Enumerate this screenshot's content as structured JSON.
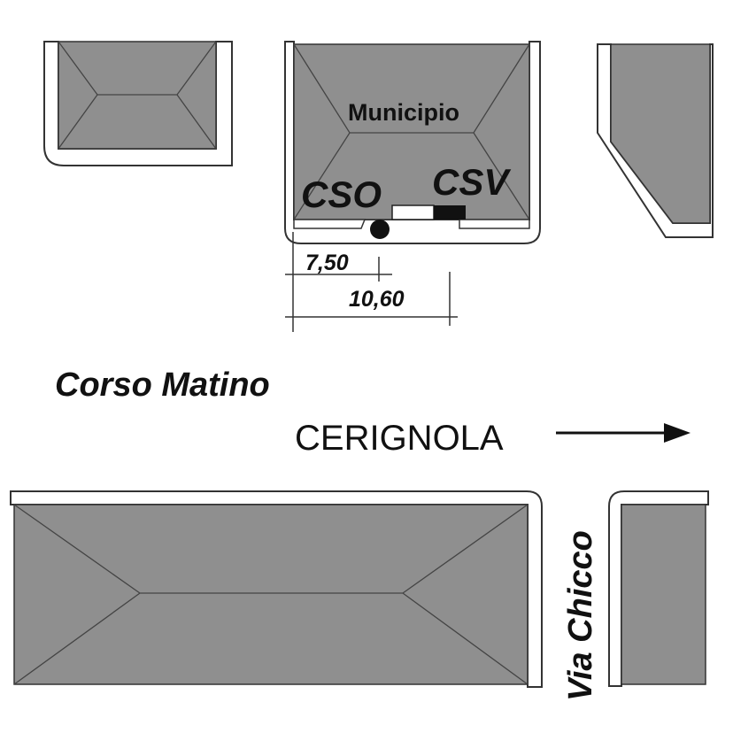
{
  "labels": {
    "building": "Municipio",
    "cso": "CSO",
    "csv": "CSV",
    "dim_short": "7,50",
    "dim_long": "10,60",
    "street_main": "Corso Matino",
    "direction": "CERIGNOLA",
    "street_side": "Via Chicco"
  },
  "colors": {
    "roof": "#8f8f8f",
    "csv_marker": "#111111",
    "cso_marker": "#111111"
  }
}
